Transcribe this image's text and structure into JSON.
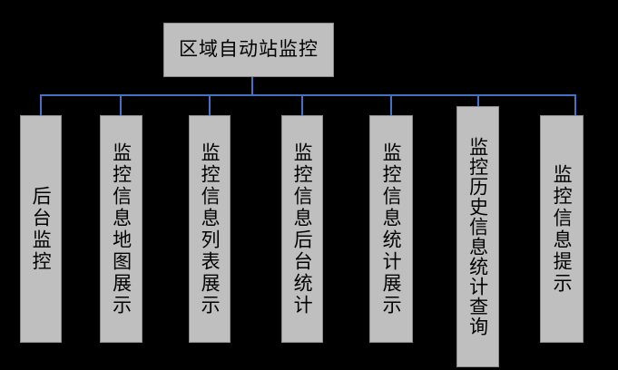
{
  "diagram": {
    "type": "org-chart",
    "title": "区域自动站监控",
    "orientation": "top-down",
    "connector_color": "#4472C4",
    "node_fill": "#BFBFBF",
    "node_border": "#8C8C8C",
    "background": "#000000",
    "text_color": "#000000",
    "root": {
      "label": "区域自动站监控",
      "text_direction": "horizontal"
    },
    "children": [
      {
        "label": "后台监控",
        "text_direction": "vertical",
        "char_count": 4
      },
      {
        "label": "监控信息地图展示",
        "text_direction": "vertical",
        "char_count": 8
      },
      {
        "label": "监控信息列表展示",
        "text_direction": "vertical",
        "char_count": 8
      },
      {
        "label": "监控信息后台统计",
        "text_direction": "vertical",
        "char_count": 8
      },
      {
        "label": "监控信息统计展示",
        "text_direction": "vertical",
        "char_count": 8
      },
      {
        "label": "监控历史信息统计查询",
        "text_direction": "vertical",
        "char_count": 10
      },
      {
        "label": "监控信息提示",
        "text_direction": "vertical",
        "char_count": 6
      }
    ]
  }
}
